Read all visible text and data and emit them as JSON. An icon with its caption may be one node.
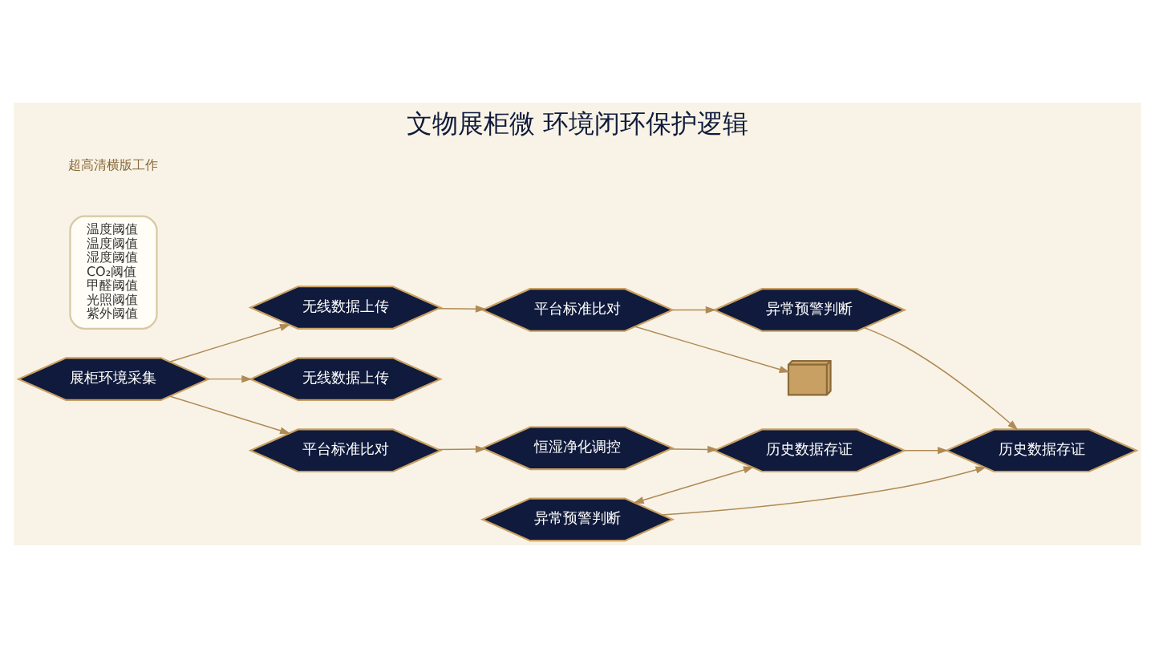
{
  "diagram": {
    "title": "文物展柜微 环境闭环保护逻辑",
    "nodes": [
      {
        "text": [
          "展柜环境采集"
        ]
      },
      {
        "text": [
          "无线数据上传"
        ]
      },
      {
        "text": [
          "平台标准比对"
        ]
      },
      {
        "text": [
          "异常预警判断"
        ]
      },
      {
        "text": [
          "无线数据上传"
        ]
      },
      {
        "text": [
          "异常预警判断"
        ]
      },
      {
        "text": [
          "历史数据存证"
        ]
      },
      {
        "text": [
          "平台标准比对"
        ]
      },
      {
        "text": [
          "恒湿净化调控"
        ]
      },
      {
        "text": [
          "历史数据存证"
        ]
      },
      {
        "text": [
          "温度阈值",
          "温度阈值",
          "湿度阈值",
          "CO₂阈值",
          "甲醛阈值",
          "光照阈值",
          "紫外阈值"
        ]
      },
      {
        "text": [],
        "shape": "monitor"
      }
    ],
    "edges": [
      {
        "from": 0,
        "to": 1,
        "arrow": "to"
      },
      {
        "from": 1,
        "to": 2,
        "arrow": "to"
      },
      {
        "from": 2,
        "to": 3,
        "arrow": "to"
      },
      {
        "from": 3,
        "to": 6,
        "arrow": "to"
      },
      {
        "from": 0,
        "to": 4,
        "arrow": "to"
      },
      {
        "from": 0,
        "to": 7,
        "arrow": "to"
      },
      {
        "from": 7,
        "to": 8,
        "arrow": "to"
      },
      {
        "from": 8,
        "to": 9,
        "arrow": "to"
      },
      {
        "from": 9,
        "to": 6,
        "arrow": "to"
      },
      {
        "from": 5,
        "to": 6,
        "arrow": "to"
      },
      {
        "from": 5,
        "to": 9,
        "arrow": "both"
      },
      {
        "from": 2,
        "to": 11,
        "arrow": "to"
      }
    ],
    "labels": [
      "超高清横版工作"
    ]
  }
}
